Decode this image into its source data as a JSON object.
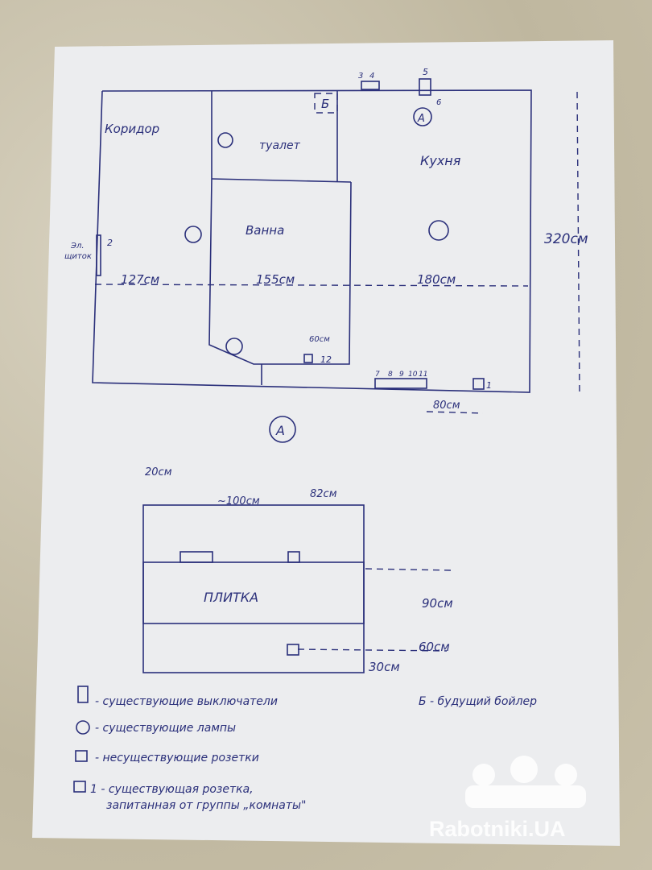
{
  "plan": {
    "rooms": {
      "corridor": "Коридор",
      "toilet": "туалет",
      "kitchen": "Кухня",
      "bath": "Ванна"
    },
    "panel_label_1": "Эл.",
    "panel_label_2": "щиток",
    "dims": {
      "d127": "127см",
      "d155": "155см",
      "d180": "180см",
      "d320": "320см",
      "d60": "60см",
      "d80": "80см"
    },
    "numbers": {
      "n1": "1",
      "n2": "2",
      "n3": "3",
      "n4": "4",
      "n5": "5",
      "n6": "6",
      "n7": "7",
      "n8": "8",
      "n9": "9",
      "n10": "10",
      "n11": "11",
      "n12": "12"
    },
    "boiler": "Б",
    "view_marker": "A"
  },
  "elevation": {
    "marker": "A",
    "d20": "20см",
    "d100": "~100см",
    "d82": "82см",
    "d90": "90см",
    "d60": "60см",
    "d30": "30см",
    "tile_label": "ПЛИТКА"
  },
  "legend": [
    {
      "text": "- существующие выключатели"
    },
    {
      "text": "Б - будущий бойлер"
    },
    {
      "text": "- существующие лампы"
    },
    {
      "text": "- несуществующие розетки"
    },
    {
      "text": "1 - существующая розетка,"
    },
    {
      "text": "запитанная от группы „комнаты\""
    }
  ],
  "watermark": "Rabotniki.UA"
}
